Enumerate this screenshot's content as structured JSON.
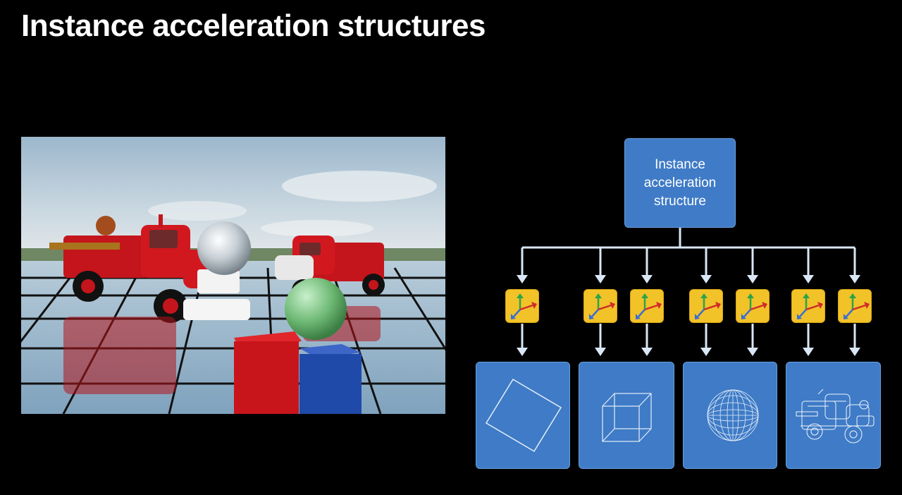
{
  "slide": {
    "title": "Instance acceleration structures"
  },
  "render_image": {
    "description_icon": "ray-traced-scene",
    "objects": [
      "fire-truck",
      "fire-truck",
      "mirror-sphere",
      "green-sphere",
      "red-cube",
      "blue-cube",
      "reflective-floor"
    ]
  },
  "diagram": {
    "root_label": "Instance\nacceleration\nstructure",
    "instance_icon": "transform-axes-icon",
    "geometry_icons": [
      "quad-wireframe-icon",
      "cube-wireframe-icon",
      "sphere-wireframe-icon",
      "fire-truck-wireframe-icon"
    ],
    "colors": {
      "box_blue": "#3f7bc6",
      "instance_yellow": "#f2c229",
      "connector": "#d9e6f5"
    }
  }
}
